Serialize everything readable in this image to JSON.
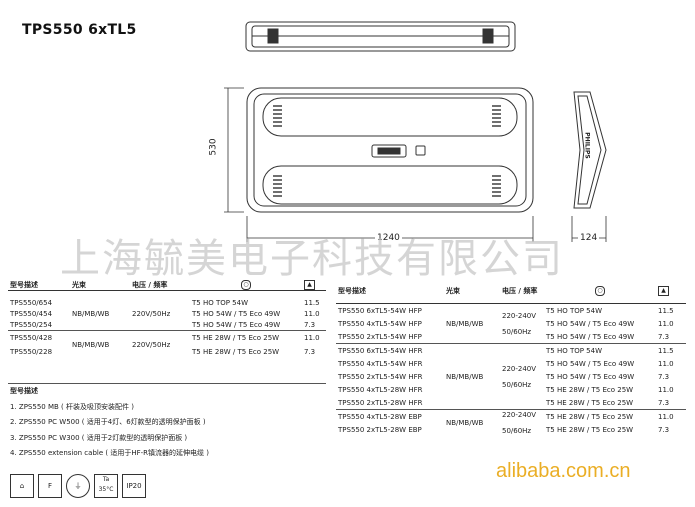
{
  "product_title": "TPS550 6xTL5",
  "dims": {
    "height": "530",
    "width": "1240",
    "depth": "124"
  },
  "device_label": "PHILIPS",
  "watermark": "上海毓美电子科技有限公司",
  "alibaba": "alibaba.com.cn",
  "left_table": {
    "headers": [
      "型号描述",
      "光束",
      "电压 / 频率",
      "",
      ""
    ],
    "rows": [
      [
        "TPS550/654",
        "",
        "",
        "T5 HO TOP 54W",
        "11.5"
      ],
      [
        "TPS550/454",
        "NB/MB/WB",
        "220V/50Hz",
        "T5 HO 54W / T5 Eco 49W",
        "11.0"
      ],
      [
        "TPS550/254",
        "",
        "",
        "T5 HO 54W / T5 Eco 49W",
        "7.3"
      ],
      [
        "TPS550/428",
        "NB/MB/WB",
        "220V/50Hz",
        "T5 HE 28W / T5 Eco 25W",
        "11.0"
      ],
      [
        "TPS550/228",
        "",
        "",
        "T5 HE 28W / T5 Eco 25W",
        "7.3"
      ]
    ]
  },
  "notes": {
    "heading": "型号描述",
    "items": [
      "1. ZPS550 MB ( 杆装及吸顶安装配件 )",
      "2. ZPS550 PC W500 ( 适用于4灯、6灯款型的透明保护面板 )",
      "3. ZPS550 PC W300 ( 适用于2灯款型的透明保护面板 )",
      "4. ZPS550 extension cable ( 适用于HF-R镇流器的延伸电缆 )"
    ]
  },
  "right_table": {
    "headers": [
      "型号描述",
      "光束",
      "电压 / 频率",
      "",
      ""
    ],
    "rows": [
      [
        "TPS550 6xTL5-54W HFP",
        "T5 HO TOP 54W",
        "11.5"
      ],
      [
        "TPS550 4xTL5-54W HFP",
        "T5 HO 54W / T5 Eco 49W",
        "11.0"
      ],
      [
        "TPS550 2xTL5-54W HFP",
        "T5 HO 54W / T5 Eco 49W",
        "7.3"
      ],
      [
        "TPS550 6xTL5-54W HFR",
        "T5 HO TOP 54W",
        "11.5"
      ],
      [
        "TPS550 4xTL5-54W HFR",
        "T5 HO 54W / T5 Eco 49W",
        "11.0"
      ],
      [
        "TPS550 2xTL5-54W HFR",
        "T5 HO 54W / T5 Eco 49W",
        "7.3"
      ],
      [
        "TPS550 4xTL5-28W HFR",
        "T5 HE 28W / T5 Eco 25W",
        "11.0"
      ],
      [
        "TPS550 2xTL5-28W HFR",
        "T5 HE 28W / T5 Eco 25W",
        "7.3"
      ],
      [
        "TPS550 4xTL5-28W EBP",
        "T5 HE 28W / T5 Eco 25W",
        "11.0"
      ],
      [
        "TPS550 2xTL5-28W EBP",
        "T5 HE 28W / T5 Eco 25W",
        "7.3"
      ]
    ],
    "beam": "NB/MB/WB",
    "voltage": [
      "220-240V",
      "50/60Hz"
    ]
  },
  "cert_icons": [
    "F",
    "Ta 35°C",
    "IP20"
  ]
}
